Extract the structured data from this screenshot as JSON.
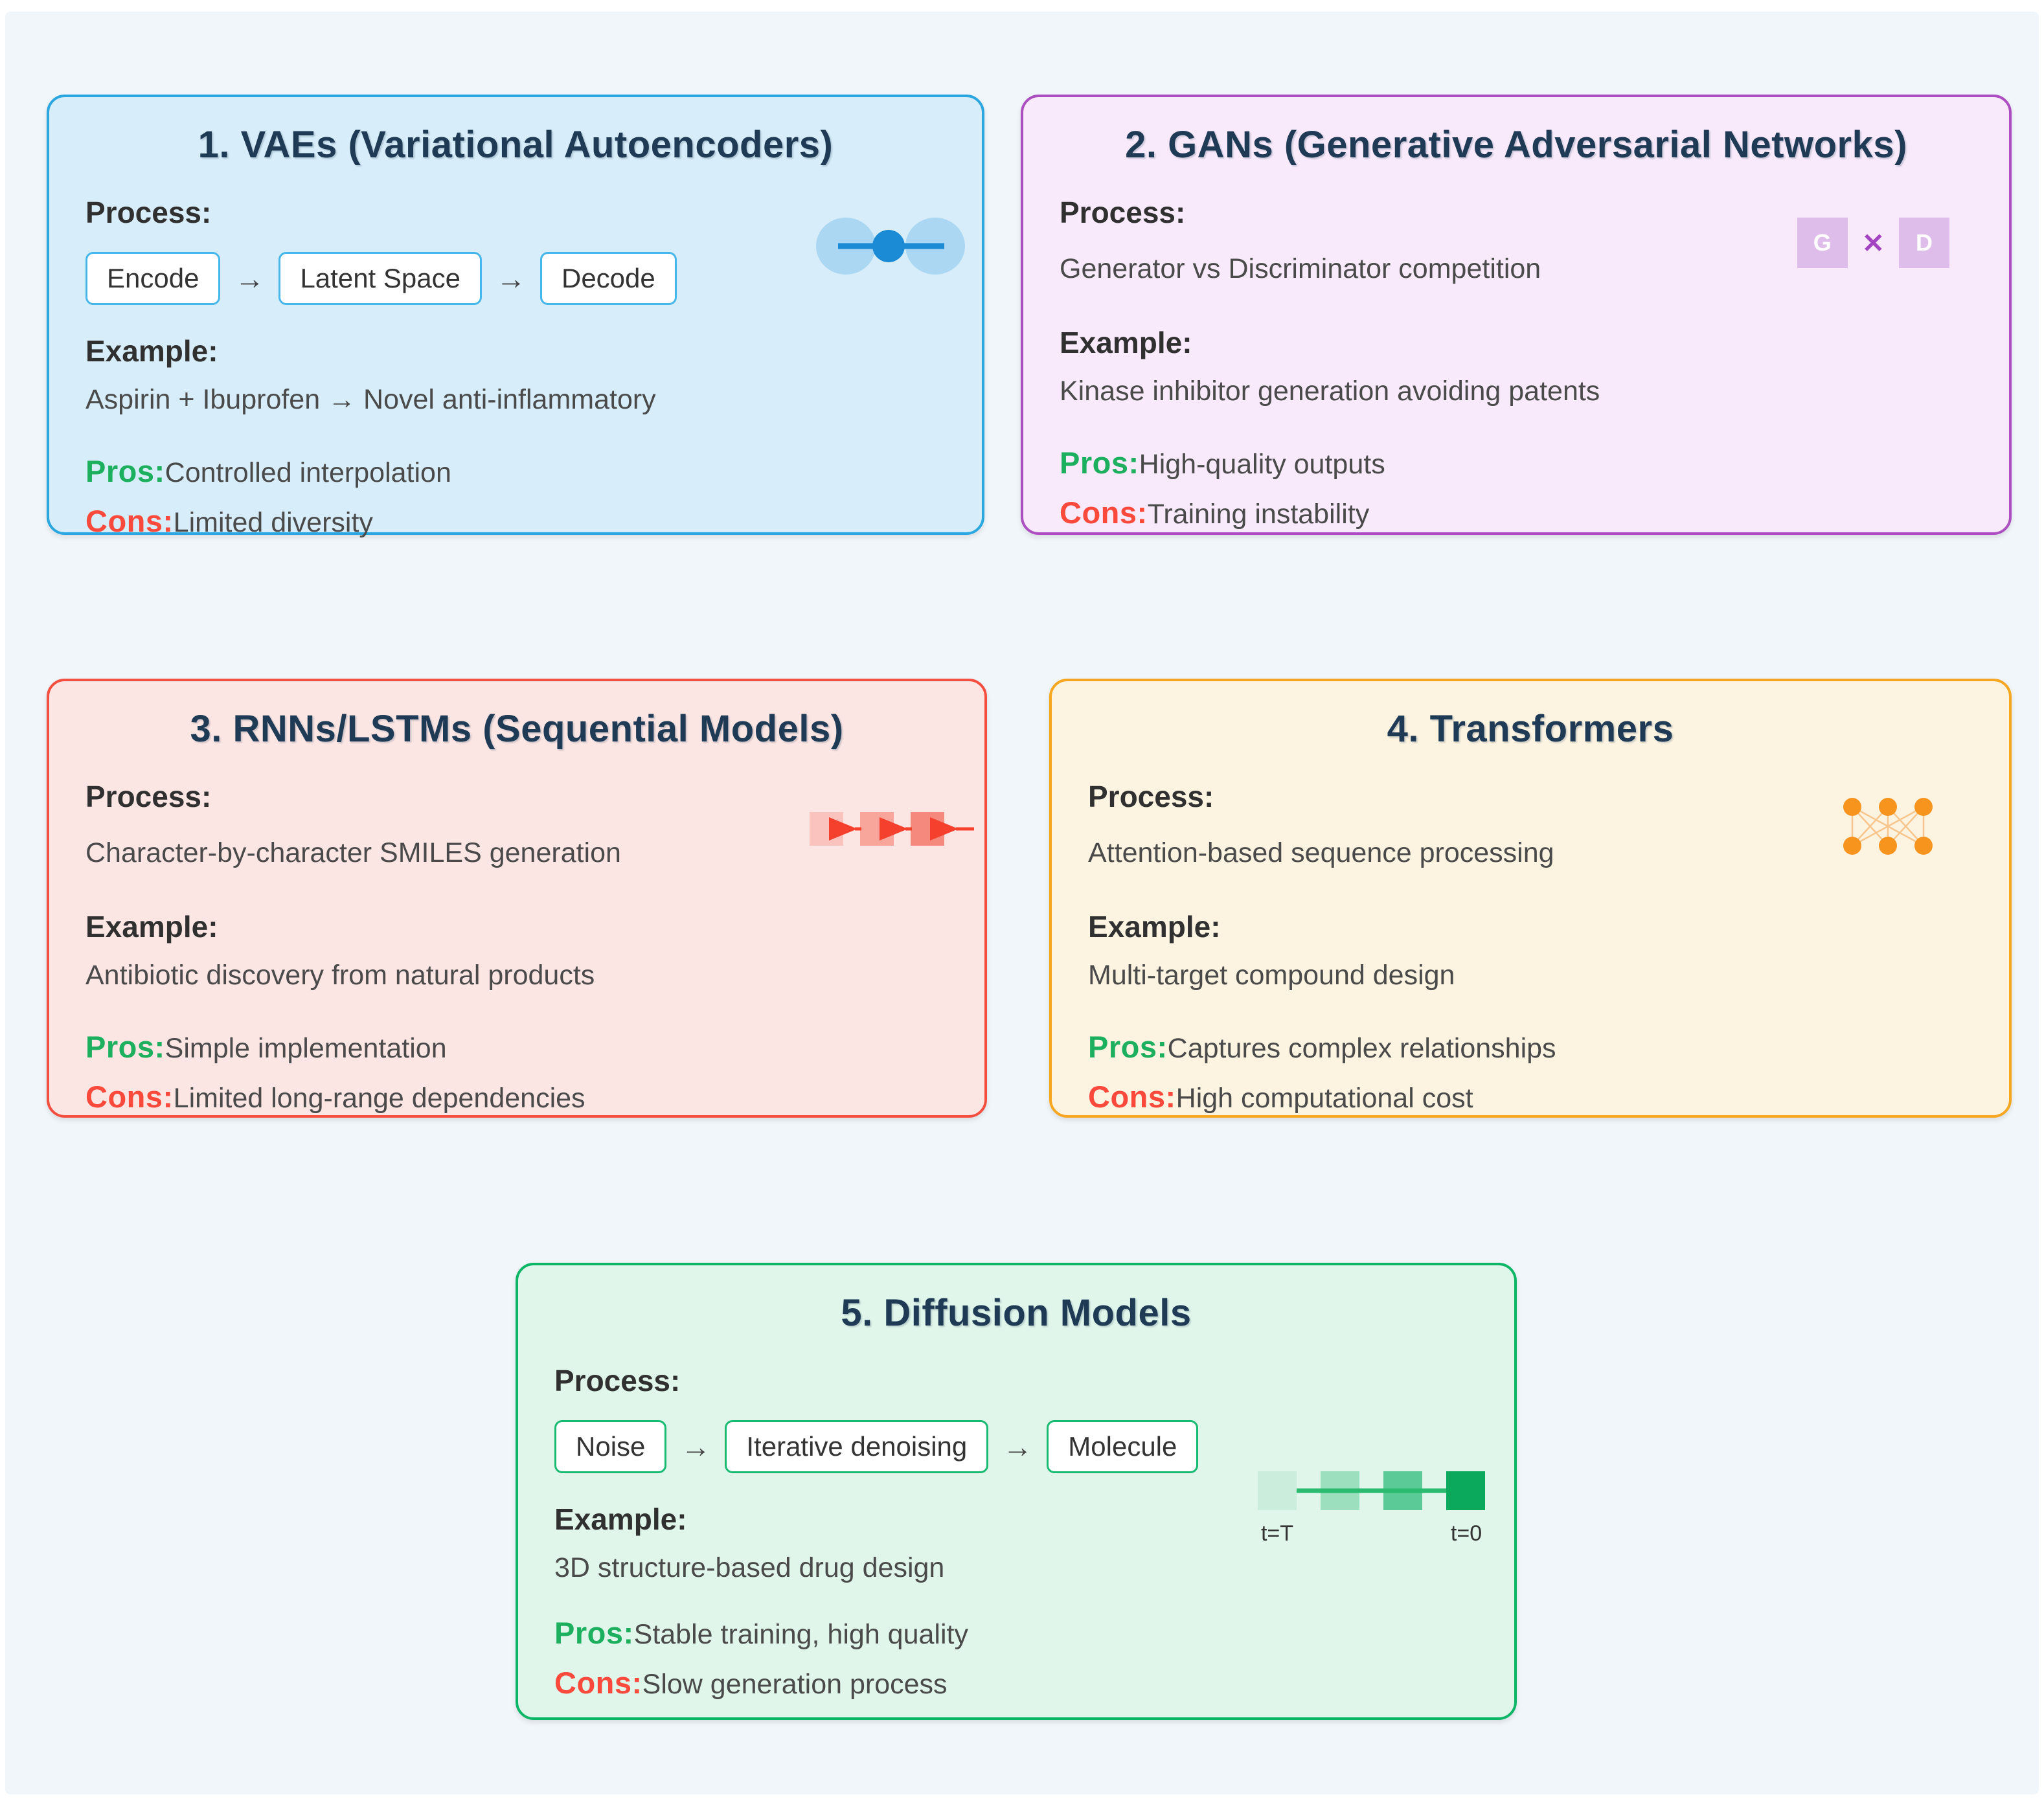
{
  "glyphs": {
    "arrow": "→"
  },
  "colors": {
    "title_navy": "#1e3a55",
    "pros_green": "#1caf5e",
    "cons_red": "#fb4a3c",
    "vae_accent": "#2aa7e0",
    "gan_accent": "#ac4ec1",
    "rnn_accent": "#f44e3f",
    "transformer_accent": "#f6a71f",
    "diffusion_accent": "#0cb667",
    "panel_bg": "#f1f6fa"
  },
  "cards": {
    "vae": {
      "title": "1. VAEs (Variational Autoencoders)",
      "process_label": "Process:",
      "flow": [
        "Encode",
        "Latent Space",
        "Decode"
      ],
      "example_label": "Example:",
      "example_text": "Aspirin + Ibuprofen → Novel anti-inflammatory",
      "pros_label": "Pros:",
      "pros_text": "Controlled interpolation",
      "cons_label": "Cons:",
      "cons_text": "Limited diversity"
    },
    "gan": {
      "title": "2. GANs (Generative Adversarial Networks)",
      "process_label": "Process:",
      "process_text": "Generator vs Discriminator competition",
      "example_label": "Example:",
      "example_text": "Kinase inhibitor generation avoiding patents",
      "pros_label": "Pros:",
      "pros_text": "High-quality outputs",
      "cons_label": "Cons:",
      "cons_text": "Training instability",
      "icon_g": "G",
      "icon_x": "✕",
      "icon_d": "D"
    },
    "rnn": {
      "title": "3. RNNs/LSTMs (Sequential Models)",
      "process_label": "Process:",
      "process_text": "Character-by-character SMILES generation",
      "example_label": "Example:",
      "example_text": "Antibiotic discovery from natural products",
      "pros_label": "Pros:",
      "pros_text": "Simple implementation",
      "cons_label": "Cons:",
      "cons_text": "Limited long-range dependencies"
    },
    "transformer": {
      "title": "4. Transformers",
      "process_label": "Process:",
      "process_text": "Attention-based sequence processing",
      "example_label": "Example:",
      "example_text": "Multi-target compound design",
      "pros_label": "Pros:",
      "pros_text": "Captures complex relationships",
      "cons_label": "Cons:",
      "cons_text": "High computational cost"
    },
    "diffusion": {
      "title": "5. Diffusion Models",
      "process_label": "Process:",
      "flow": [
        "Noise",
        "Iterative denoising",
        "Molecule"
      ],
      "example_label": "Example:",
      "example_text": "3D structure-based drug design",
      "pros_label": "Pros:",
      "pros_text": "Stable training, high quality",
      "cons_label": "Cons:",
      "cons_text": "Slow generation process",
      "t_start": "t=T",
      "t_end": "t=0"
    }
  }
}
